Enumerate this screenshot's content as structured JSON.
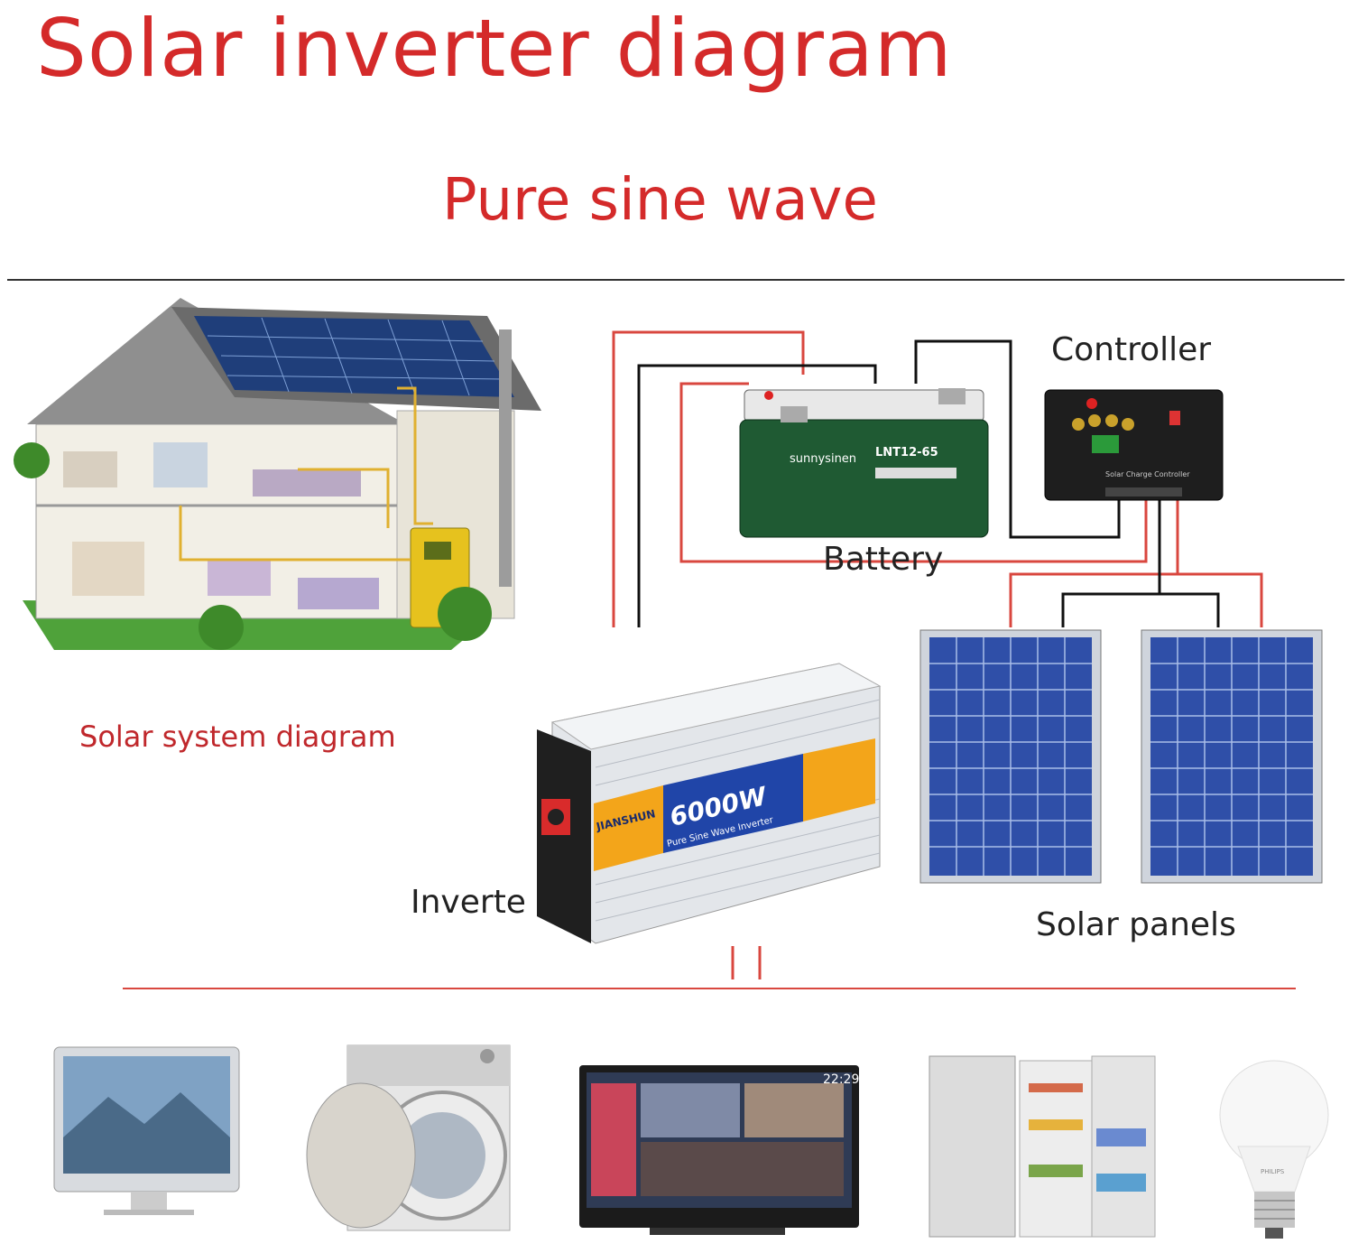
{
  "title": "Solar inverter diagram",
  "subtitle": "Pure sine wave",
  "labels": {
    "system": "Solar system diagram",
    "controller": "Controller",
    "battery": "Battery",
    "inverter": "Inverte",
    "panels": "Solar panels"
  },
  "battery_text": {
    "brand": "sunnysinen",
    "model": "LNT12-65"
  },
  "inverter_text": {
    "brand": "JIANSHUN",
    "power": "6000W",
    "type": "Pure Sine Wave Inverter"
  },
  "controller_text": {
    "name": "Solar Charge Controller"
  },
  "tv_time": "22:29",
  "bulb_brand": "PHILIPS",
  "colors": {
    "title_red": "#d42a2a",
    "wire_red": "#d9473f",
    "wire_black": "#111111",
    "panel_blue": "#2f4fa8"
  }
}
